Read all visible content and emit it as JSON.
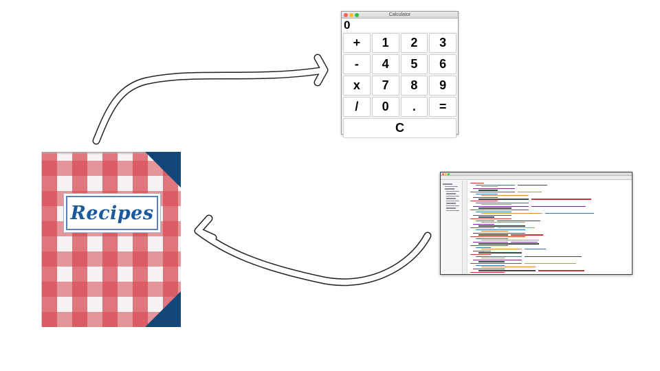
{
  "book": {
    "title": "Recipes",
    "pattern": "gingham",
    "colors": {
      "check": "#d64650",
      "corner": "#114677",
      "label_text": "#1d5a9c"
    }
  },
  "calculator": {
    "window_title": "Calculator",
    "display_value": "0",
    "keys": [
      {
        "label": "+",
        "name": "key-plus"
      },
      {
        "label": "1",
        "name": "key-1"
      },
      {
        "label": "2",
        "name": "key-2"
      },
      {
        "label": "3",
        "name": "key-3"
      },
      {
        "label": "-",
        "name": "key-minus"
      },
      {
        "label": "4",
        "name": "key-4"
      },
      {
        "label": "5",
        "name": "key-5"
      },
      {
        "label": "6",
        "name": "key-6"
      },
      {
        "label": "x",
        "name": "key-multiply"
      },
      {
        "label": "7",
        "name": "key-7"
      },
      {
        "label": "8",
        "name": "key-8"
      },
      {
        "label": "9",
        "name": "key-9"
      },
      {
        "label": "/",
        "name": "key-divide"
      },
      {
        "label": "0",
        "name": "key-0"
      },
      {
        "label": ".",
        "name": "key-decimal"
      },
      {
        "label": "=",
        "name": "key-equals"
      },
      {
        "label": "C",
        "name": "key-clear",
        "wide": true
      }
    ],
    "traffic_light_colors": [
      "#ff5f57",
      "#febc2e",
      "#28c840"
    ]
  },
  "ide": {
    "description_icon": "code-editor-screenshot-icon",
    "code_colors": [
      "#cc3333",
      "#e08a3c",
      "#444444",
      "#2a6fb0",
      "#7a2a9a"
    ]
  },
  "arrows": [
    {
      "name": "arrow-book-to-calculator",
      "from": "book",
      "to": "calculator"
    },
    {
      "name": "arrow-ide-to-book",
      "from": "ide",
      "to": "book"
    }
  ]
}
